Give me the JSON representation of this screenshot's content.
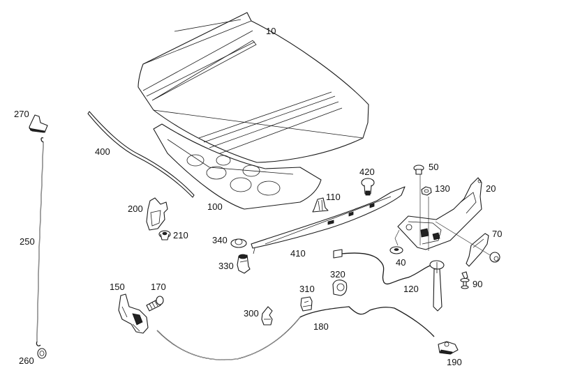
{
  "diagram": {
    "title": "Hood / bonnet assembly parts diagram",
    "parts": [
      {
        "id": "10",
        "name": "hood-panel"
      },
      {
        "id": "20",
        "name": "hood-hinge"
      },
      {
        "id": "40",
        "name": "washer"
      },
      {
        "id": "50",
        "name": "bolt"
      },
      {
        "id": "70",
        "name": "hinge-cover"
      },
      {
        "id": "90",
        "name": "push-clip"
      },
      {
        "id": "100",
        "name": "hood-inner-insulation"
      },
      {
        "id": "110",
        "name": "expansion-rivet"
      },
      {
        "id": "120",
        "name": "gas-strut-with-wiring"
      },
      {
        "id": "130",
        "name": "hex-nut"
      },
      {
        "id": "150",
        "name": "hood-lock"
      },
      {
        "id": "170",
        "name": "lock-bolt"
      },
      {
        "id": "180",
        "name": "release-cable"
      },
      {
        "id": "190",
        "name": "release-handle"
      },
      {
        "id": "200",
        "name": "safety-catch-bracket"
      },
      {
        "id": "210",
        "name": "clip-nut"
      },
      {
        "id": "250",
        "name": "prop-rod"
      },
      {
        "id": "260",
        "name": "grommet"
      },
      {
        "id": "270",
        "name": "prop-rod-holder"
      },
      {
        "id": "300",
        "name": "cable-clip"
      },
      {
        "id": "310",
        "name": "cable-holder"
      },
      {
        "id": "320",
        "name": "cable-guide"
      },
      {
        "id": "330",
        "name": "buffer"
      },
      {
        "id": "340",
        "name": "seal-washer"
      },
      {
        "id": "400",
        "name": "hood-seal-strip"
      },
      {
        "id": "410",
        "name": "rear-seal-strip"
      },
      {
        "id": "420",
        "name": "push-rivet"
      }
    ]
  }
}
